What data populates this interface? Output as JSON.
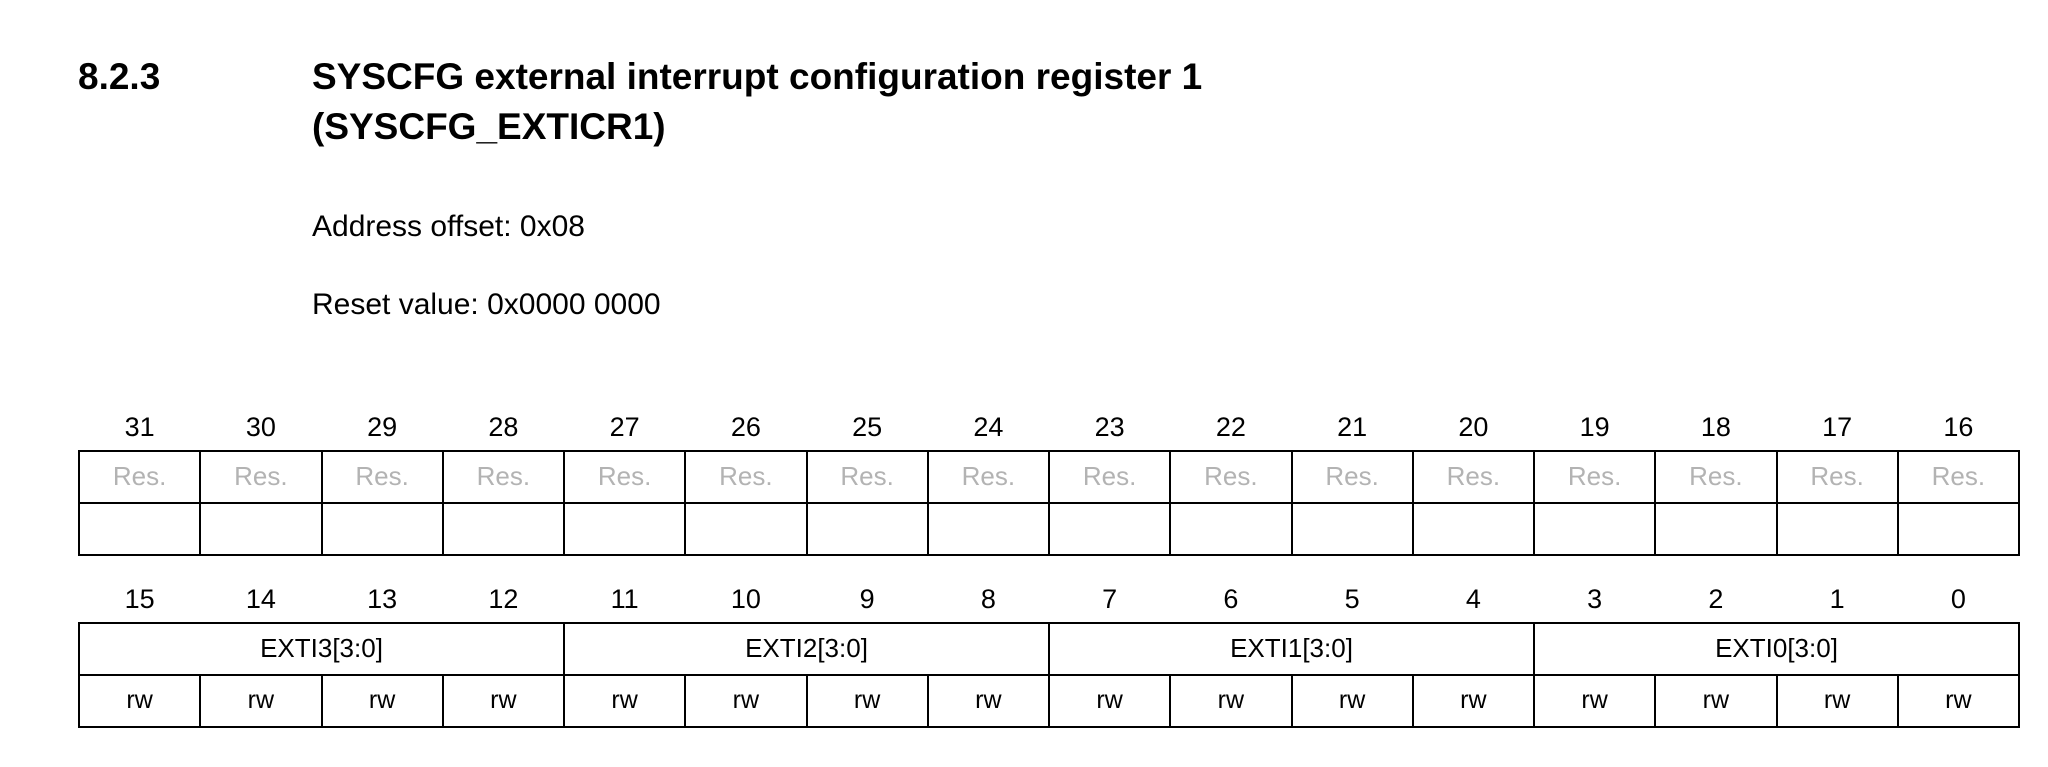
{
  "heading": {
    "section": "8.2.3",
    "title_line1": "SYSCFG external interrupt configuration register 1",
    "title_line2": "(SYSCFG_EXTICR1)"
  },
  "register": {
    "address_offset": "Address offset: 0x08",
    "reset_value": "Reset value: 0x0000 0000",
    "colors": {
      "reserved_text": "#b3b3b3",
      "border": "#000000"
    },
    "high": {
      "bits": [
        "31",
        "30",
        "29",
        "28",
        "27",
        "26",
        "25",
        "24",
        "23",
        "22",
        "21",
        "20",
        "19",
        "18",
        "17",
        "16"
      ],
      "fields": [
        {
          "label": "Res.",
          "span": 1,
          "reserved": true
        },
        {
          "label": "Res.",
          "span": 1,
          "reserved": true
        },
        {
          "label": "Res.",
          "span": 1,
          "reserved": true
        },
        {
          "label": "Res.",
          "span": 1,
          "reserved": true
        },
        {
          "label": "Res.",
          "span": 1,
          "reserved": true
        },
        {
          "label": "Res.",
          "span": 1,
          "reserved": true
        },
        {
          "label": "Res.",
          "span": 1,
          "reserved": true
        },
        {
          "label": "Res.",
          "span": 1,
          "reserved": true
        },
        {
          "label": "Res.",
          "span": 1,
          "reserved": true
        },
        {
          "label": "Res.",
          "span": 1,
          "reserved": true
        },
        {
          "label": "Res.",
          "span": 1,
          "reserved": true
        },
        {
          "label": "Res.",
          "span": 1,
          "reserved": true
        },
        {
          "label": "Res.",
          "span": 1,
          "reserved": true
        },
        {
          "label": "Res.",
          "span": 1,
          "reserved": true
        },
        {
          "label": "Res.",
          "span": 1,
          "reserved": true
        },
        {
          "label": "Res.",
          "span": 1,
          "reserved": true
        }
      ],
      "access": [
        "",
        "",
        "",
        "",
        "",
        "",
        "",
        "",
        "",
        "",
        "",
        "",
        "",
        "",
        "",
        ""
      ]
    },
    "low": {
      "bits": [
        "15",
        "14",
        "13",
        "12",
        "11",
        "10",
        "9",
        "8",
        "7",
        "6",
        "5",
        "4",
        "3",
        "2",
        "1",
        "0"
      ],
      "fields": [
        {
          "label": "EXTI3[3:0]",
          "span": 4,
          "reserved": false
        },
        {
          "label": "EXTI2[3:0]",
          "span": 4,
          "reserved": false
        },
        {
          "label": "EXTI1[3:0]",
          "span": 4,
          "reserved": false
        },
        {
          "label": "EXTI0[3:0]",
          "span": 4,
          "reserved": false
        }
      ],
      "access": [
        "rw",
        "rw",
        "rw",
        "rw",
        "rw",
        "rw",
        "rw",
        "rw",
        "rw",
        "rw",
        "rw",
        "rw",
        "rw",
        "rw",
        "rw",
        "rw"
      ]
    }
  }
}
